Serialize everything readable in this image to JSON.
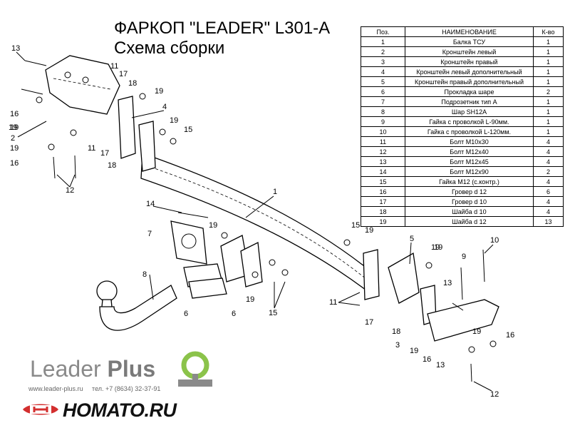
{
  "header": {
    "title": "ФАРКОП \"LEADER\" L301-A",
    "subtitle": "Схема сборки"
  },
  "parts_table": {
    "columns": [
      "Поз.",
      "НАИМЕНОВАНИЕ",
      "К-во"
    ],
    "rows": [
      [
        "1",
        "Балка ТСУ",
        "1"
      ],
      [
        "2",
        "Кронштейн левый",
        "1"
      ],
      [
        "3",
        "Кронштейн  правый",
        "1"
      ],
      [
        "4",
        "Кронштейн левый дополнительный",
        "1"
      ],
      [
        "5",
        "Кронштейн правый дополнительный",
        "1"
      ],
      [
        "6",
        "Прокладка шаре",
        "2"
      ],
      [
        "7",
        "Подрозетник тип А",
        "1"
      ],
      [
        "8",
        "Шар SH12A",
        "1"
      ],
      [
        "9",
        "Гайка с проволкой L-90мм.",
        "1"
      ],
      [
        "10",
        "Гайка с проволкой L-120мм.",
        "1"
      ],
      [
        "11",
        "Болт М10х30",
        "4"
      ],
      [
        "12",
        "Болт М12х40",
        "4"
      ],
      [
        "13",
        "Болт М12х45",
        "4"
      ],
      [
        "14",
        "Болт М12х90",
        "2"
      ],
      [
        "15",
        "Гайка М12 (с.контр.)",
        "4"
      ],
      [
        "16",
        "Гровер d 12",
        "6"
      ],
      [
        "17",
        "Гровер d 10",
        "4"
      ],
      [
        "18",
        "Шайба d 10",
        "4"
      ],
      [
        "19",
        "Шайба d 12",
        "13"
      ]
    ]
  },
  "callouts": {
    "c1": "1",
    "c2": "2",
    "c3": "3",
    "c4": "4",
    "c5": "5",
    "c6a": "6",
    "c6b": "6",
    "c7": "7",
    "c8": "8",
    "c9": "9",
    "c10": "10",
    "c11a": "11",
    "c11b": "11",
    "c11c": "11",
    "c12a": "12",
    "c12b": "12",
    "c13a": "13",
    "c13b": "13",
    "c13c": "13",
    "c14": "14",
    "c15a": "15",
    "c15b": "15",
    "c15c": "15",
    "c16a": "16",
    "c16b": "16",
    "c16c": "16",
    "c16d": "16",
    "c17a": "17",
    "c17b": "17",
    "c17c": "17",
    "c18a": "18",
    "c18b": "18",
    "c18c": "18",
    "c19a": "19",
    "c19b": "19",
    "c19c": "19",
    "c19d": "19",
    "c19e": "19",
    "c19f": "19",
    "c19g": "19",
    "c19h": "19",
    "c19i": "19",
    "c19j": "19",
    "c19k": "19",
    "c19l": "19"
  },
  "footer": {
    "brand_light": "Leader",
    "brand_bold": "Plus",
    "website": "www.leader-plus.ru",
    "phone": "тел. +7 (8634) 32-37-91",
    "shop": "HOMATO.RU"
  }
}
